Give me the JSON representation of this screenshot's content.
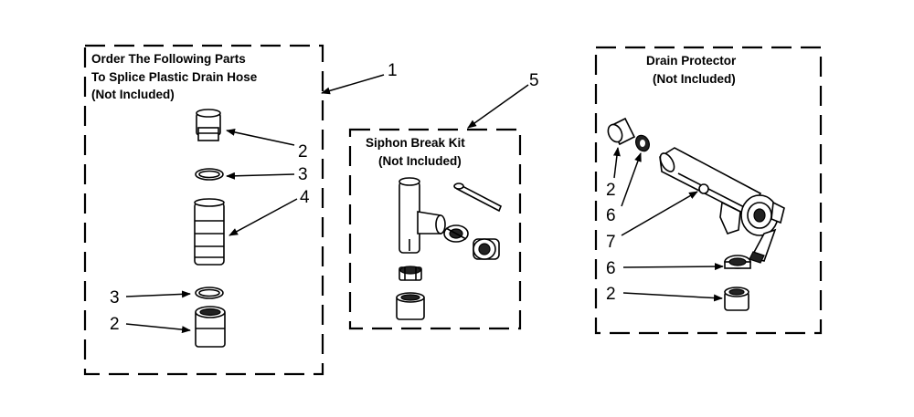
{
  "groups": {
    "splice": {
      "title_lines": [
        "Order The Following Parts",
        "To Splice Plastic Drain Hose",
        "(Not Included)"
      ]
    },
    "siphon": {
      "title_lines": [
        "Siphon Break Kit",
        "(Not Included)"
      ]
    },
    "protector": {
      "title_lines": [
        "Drain Protector",
        "(Not Included)"
      ]
    }
  },
  "callouts": {
    "c1": "1",
    "c5": "5",
    "splice_2_top": "2",
    "splice_3_top": "3",
    "splice_4": "4",
    "splice_3_bottom": "3",
    "splice_2_bottom": "2",
    "prot_2_left": "2",
    "prot_6_left": "6",
    "prot_7": "7",
    "prot_6_right": "6",
    "prot_2_right": "2"
  }
}
